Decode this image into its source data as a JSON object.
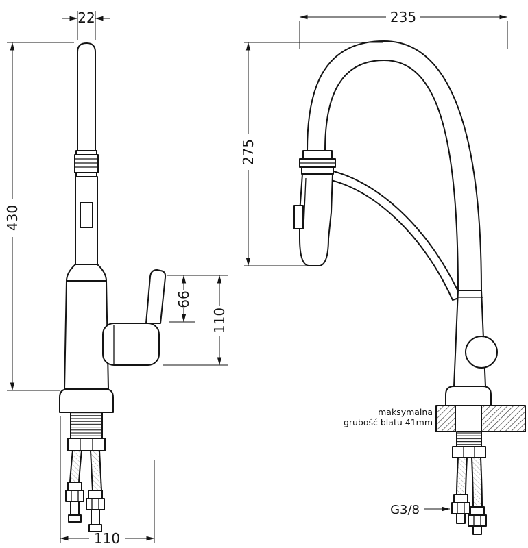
{
  "colors": {
    "line": "#141414",
    "background": "#ffffff",
    "hatch": "#3a3a3a"
  },
  "left_view": {
    "dim_spout_width": "22",
    "dim_total_height": "430",
    "dim_lever_height": "66",
    "dim_handle_height": "110",
    "dim_base_width": "110"
  },
  "right_view": {
    "dim_spout_reach": "235",
    "dim_spout_height": "275",
    "counter_note_line1": "maksymalna",
    "counter_note_line2": "grubość blatu 41mm",
    "thread_label": "G3/8"
  }
}
